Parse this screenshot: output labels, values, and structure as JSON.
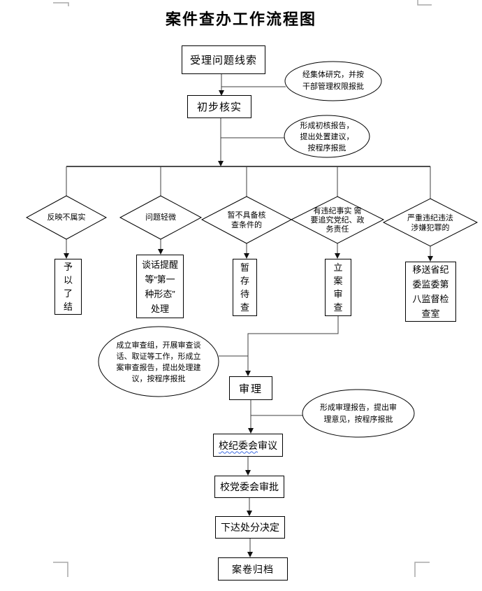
{
  "title": "案件查办工作流程图",
  "flow": {
    "accept": "受理问题线索",
    "initial_verify": "初步核实",
    "note_collective": "经集体研究，并按\n干部管理权限报批",
    "note_initial_report": "形成初核报告，\n提出处置建议，\n按程序报批",
    "diamonds": [
      {
        "label": "反映不属实"
      },
      {
        "label": "问题轻微"
      },
      {
        "label": "暂不具备核\n查条件的"
      },
      {
        "label": "有违纪事实 需\n要追究党纪、政\n务责任"
      },
      {
        "label": "严重违纪违法\n涉嫌犯罪的"
      }
    ],
    "outcomes": [
      {
        "label": "予\n以\n了\n结"
      },
      {
        "label": "谈话提醒\n等“第一\n种形态”\n处理"
      },
      {
        "label": "暂\n存\n待\n查"
      },
      {
        "label": "立\n案\n审\n查"
      },
      {
        "label": "移送省纪\n委监委第\n八监督检\n查室"
      }
    ],
    "note_case_review": "成立审查组，开展审查谈\n话、取证等工作，形成立\n案审查报告，提出处理建\n议，按程序报批",
    "trial": "审理",
    "note_trial_report": "形成审理报告，提出审\n理意见，按程序报批",
    "committee_review": {
      "underlined": "校纪委会",
      "rest": "审议"
    },
    "party_committee_approve": "校党委会审批",
    "issue_decision": "下达处分决定",
    "archive": "案卷归档"
  },
  "colors": {
    "line": "#3f3f3f",
    "distribution_line": "#4d4d4d",
    "box_border": "#000000",
    "arrow_fill": "#111111",
    "squiggle_underline": "#3d6ce0",
    "crop_mark": "#a9a9a9"
  }
}
